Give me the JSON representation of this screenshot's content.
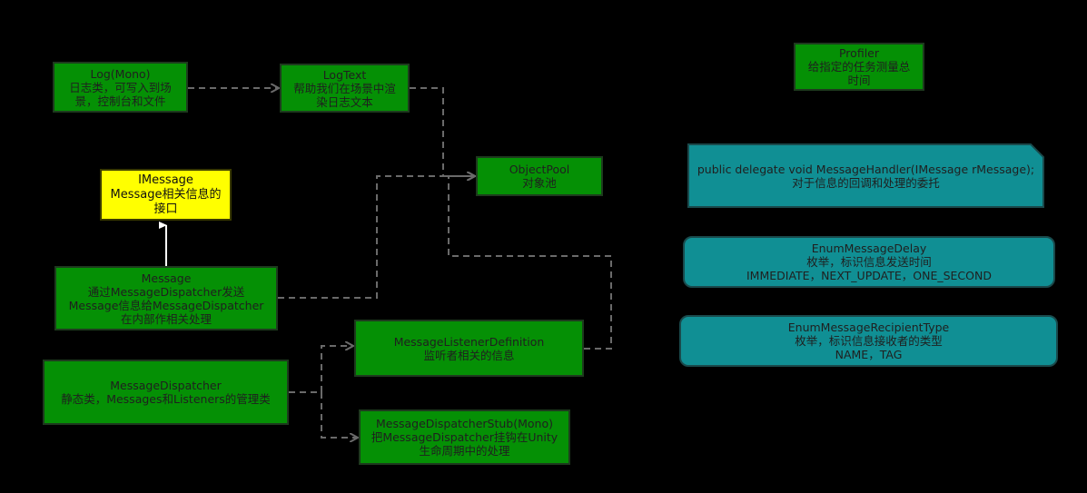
{
  "colors": {
    "background": "#000000",
    "green_box": "#059005",
    "interface_box": "#ffff00",
    "teal_box": "#108f94",
    "connector": "#6a6a6a"
  },
  "nodes": {
    "log": {
      "lines": [
        "Log(Mono)",
        "日志类，可写入到场",
        "景，控制台和文件"
      ]
    },
    "logtext": {
      "lines": [
        "LogText",
        "帮助我们在场景中渲",
        "染日志文本"
      ]
    },
    "profiler": {
      "lines": [
        "Profiler",
        "给指定的任务测量总",
        "时间"
      ]
    },
    "imessage": {
      "lines": [
        "IMessage",
        "Message相关信息的",
        "接口"
      ]
    },
    "objectpool": {
      "lines": [
        "ObjectPool",
        "对象池"
      ]
    },
    "message": {
      "lines": [
        "Message",
        "通过MessageDispatcher发送",
        "Message信息给MessageDispatcher",
        "在内部作相关处理"
      ]
    },
    "listener": {
      "lines": [
        "MessageListenerDefinition",
        "监听者相关的信息"
      ]
    },
    "dispatcher": {
      "lines": [
        "MessageDispatcher",
        "静态类，Messages和Listeners的管理类"
      ]
    },
    "stub": {
      "lines": [
        "MessageDispatcherStub(Mono)",
        "把MessageDispatcher挂钩在Unity",
        "生命周期中的处理"
      ]
    },
    "handler": {
      "lines": [
        "public delegate void MessageHandler(IMessage rMessage);",
        "对于信息的回调和处理的委托"
      ]
    },
    "delay": {
      "lines": [
        "EnumMessageDelay",
        "枚举，标识信息发送时间",
        "IMMEDIATE，NEXT_UPDATE，ONE_SECOND"
      ]
    },
    "recipient": {
      "lines": [
        "EnumMessageRecipientType",
        "枚举，标识信息接收者的类型",
        "NAME，TAG"
      ]
    }
  }
}
